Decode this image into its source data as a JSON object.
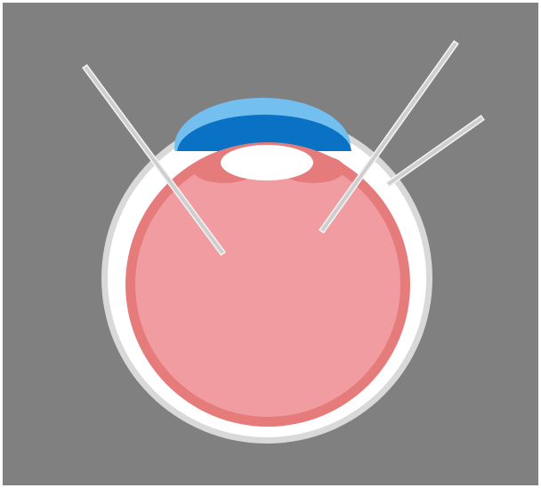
{
  "diagram": {
    "subject": "eye-cross-section-with-surgical-instruments",
    "colors": {
      "background": "#808080",
      "sclera_outer": "#d9d9d9",
      "sclera_inner": "#ffffff",
      "choroid_ring": "#e57b7b",
      "vitreous": "#f09ca0",
      "cornea_light": "#72bff0",
      "cornea_dark": "#0a72c4",
      "lens": "#ffffff",
      "instrument_fill": "#cfcfcf",
      "instrument_stroke": "#f4f4f4"
    },
    "parts": [
      "sclera",
      "choroid",
      "vitreous-cavity",
      "cornea",
      "lens",
      "left-probe",
      "right-probe",
      "side-port-probe"
    ]
  }
}
